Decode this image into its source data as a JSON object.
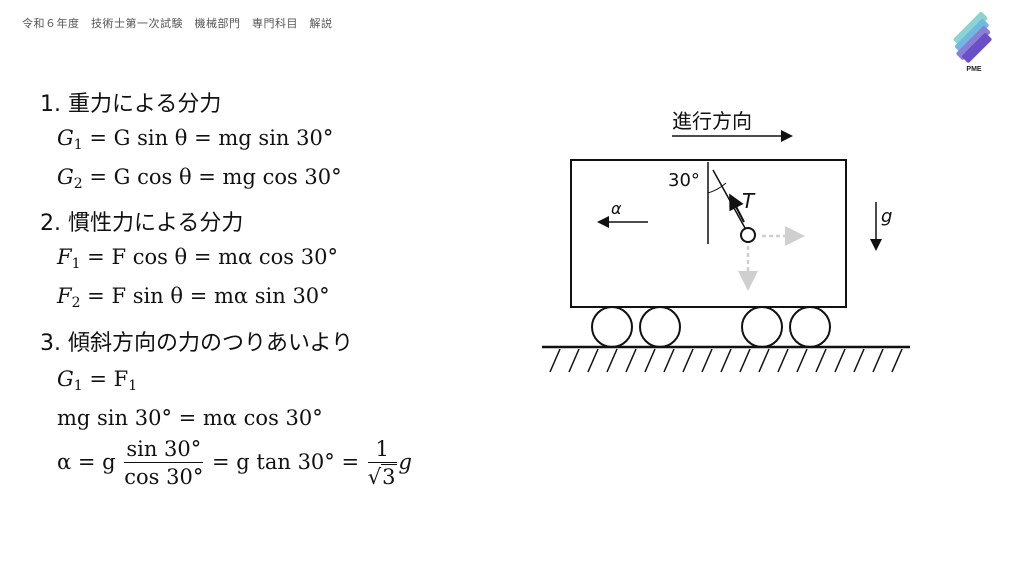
{
  "header": {
    "title": "令和６年度　技術士第一次試験　機械部門　専門科目　解説"
  },
  "logo": {
    "text": "PME",
    "colors": [
      "#8fd3d0",
      "#6fb8e0",
      "#8a7fd6",
      "#6b4fc8"
    ]
  },
  "sections": [
    {
      "heading": "1. 重力による分力",
      "lines": [
        {
          "lhs": "G",
          "sub": "1",
          "rhs": " = G sin θ = mg sin 30°"
        },
        {
          "lhs": "G",
          "sub": "2",
          "rhs": " = G cos θ = mg cos 30°"
        }
      ]
    },
    {
      "heading": "2. 慣性力による分力",
      "lines": [
        {
          "lhs": "F",
          "sub": "1",
          "rhs": " = F cos θ = mα cos 30°"
        },
        {
          "lhs": "F",
          "sub": "2",
          "rhs": " = F sin θ = mα sin 30°"
        }
      ]
    },
    {
      "heading": "3. 傾斜方向の力のつりあいより",
      "line1": {
        "a": "G",
        "asub": "1",
        "b": " = F",
        "bsub": "1"
      },
      "line2": "mg sin 30° = mα cos 30°",
      "line3": {
        "lead": "α = g",
        "num": "sin 30°",
        "den": "cos 30°",
        "mid": " = g tan 30° = ",
        "num2": "1",
        "den2": "3",
        "tail": "g"
      }
    }
  ],
  "diagram": {
    "direction_label": "進行方向",
    "angle_label": "30°",
    "tension_label": "T",
    "accel_label": "α",
    "gravity_label": "g"
  }
}
